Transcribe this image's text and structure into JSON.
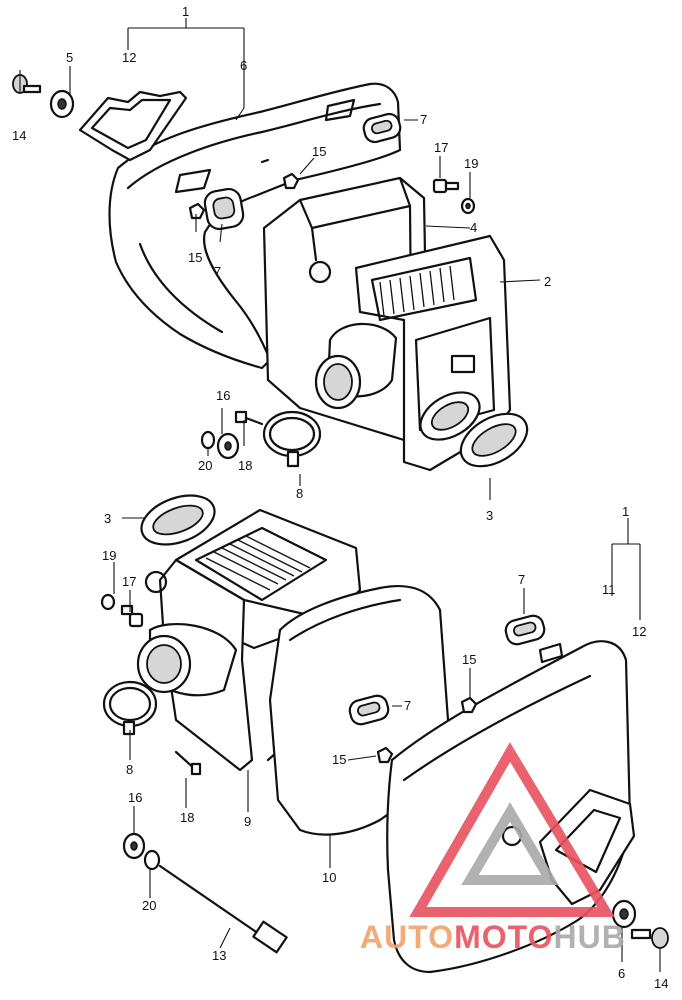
{
  "callouts": {
    "top": {
      "c1": "1",
      "c12": "12",
      "c5": "5",
      "c6": "6",
      "c14": "14",
      "c7a": "7",
      "c15a": "15",
      "c17": "17",
      "c19": "19",
      "c4": "4",
      "c15b": "15",
      "c7b": "7",
      "c2": "2",
      "c16": "16",
      "c20": "20",
      "c18": "18",
      "c8": "8",
      "c3": "3"
    },
    "bottom": {
      "c3": "3",
      "c19": "19",
      "c17": "17",
      "c1": "1",
      "c11": "11",
      "c12": "12",
      "c7a": "7",
      "c15a": "15",
      "c7b": "7",
      "c15b": "15",
      "c8": "8",
      "c18": "18",
      "c9": "9",
      "c10": "10",
      "c16": "16",
      "c20": "20",
      "c13": "13",
      "c6": "6",
      "c14": "14"
    }
  },
  "watermark": {
    "text_part1": "AUTO",
    "text_part2": "MOTO",
    "text_part3": "HUB",
    "color_orange": "#f0a36a",
    "color_red": "#e8525e",
    "color_grey": "#a9a9a9"
  }
}
